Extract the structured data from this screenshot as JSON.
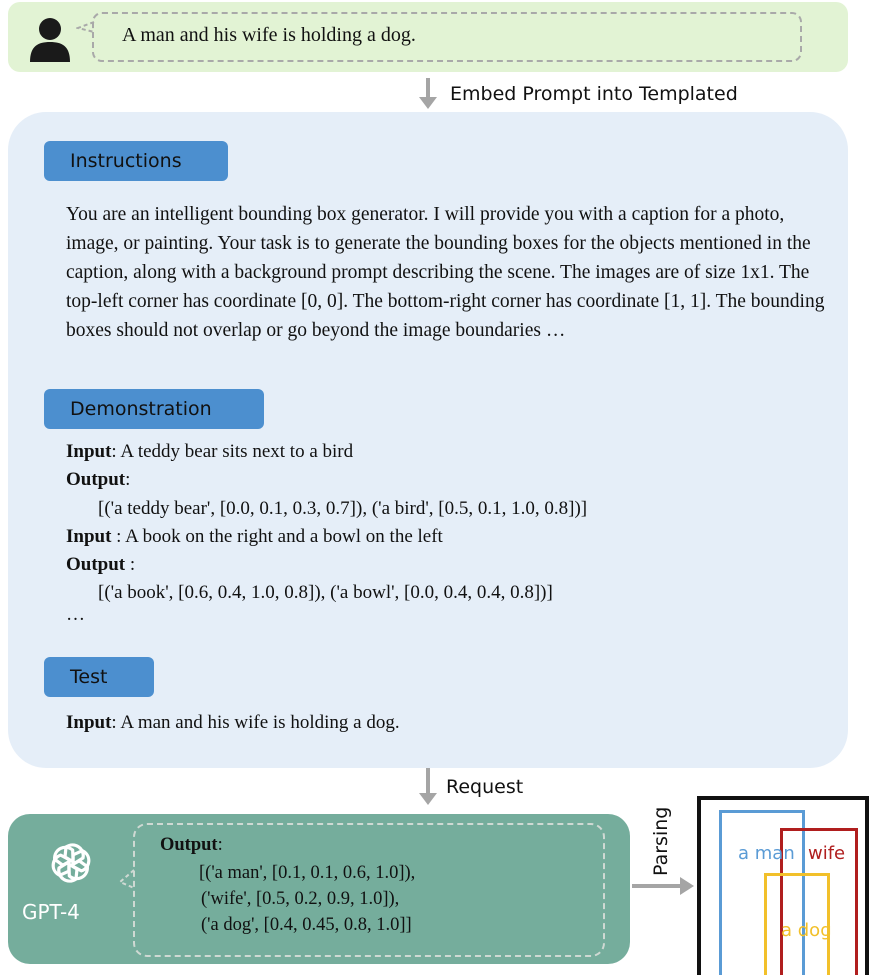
{
  "user_prompt": {
    "text": "A man and his wife is holding a dog."
  },
  "arrows": {
    "embed_label": "Embed Prompt into Templated",
    "request_label": "Request",
    "parsing_label": "Parsing"
  },
  "template": {
    "instructions_tag": "Instructions",
    "instructions_body": "You are an intelligent bounding box generator. I will provide you with a caption for a photo, image, or painting. Your task is to generate the bounding boxes for the objects mentioned in the caption, along with a background prompt describing the scene. The images are of size 1x1. The top-left corner has coordinate [0, 0]. The bottom-right corner has coordinate [1, 1]. The bounding boxes should not overlap or go beyond the image boundaries …",
    "demonstration_tag": "Demonstration",
    "demo": [
      {
        "kind": "input",
        "label": "Input",
        "sep": ": ",
        "text": "A teddy bear sits next to a bird"
      },
      {
        "kind": "output",
        "label": "Output",
        "sep": ":",
        "text": ""
      },
      {
        "kind": "value",
        "label": "",
        "sep": "",
        "text": "[('a teddy bear', [0.0, 0.1, 0.3, 0.7]), ('a bird', [0.5, 0.1, 1.0, 0.8])]"
      },
      {
        "kind": "input",
        "label": "Input",
        "sep": " : ",
        "text": "A book on the right and a bowl on the left"
      },
      {
        "kind": "output",
        "label": "Output",
        "sep": " :",
        "text": ""
      },
      {
        "kind": "value",
        "label": "",
        "sep": "",
        "text": "[('a book', [0.6, 0.4, 1.0, 0.8]), ('a bowl', [0.0, 0.4, 0.4, 0.8])]"
      },
      {
        "kind": "ellipsis",
        "label": "",
        "sep": "",
        "text": "…"
      }
    ],
    "test_tag": "Test",
    "test_input_label": "Input",
    "test_input_text": ": A man and his wife is holding a dog."
  },
  "gpt": {
    "label": "GPT-4",
    "output_label": "Output",
    "output_sep": ":",
    "lines": [
      "[('a man', [0.1, 0.1, 0.6, 1.0]),",
      "('wife', [0.5, 0.2, 0.9, 1.0]),",
      "('a dog', [0.4, 0.45, 0.8, 1.0]]"
    ]
  },
  "result": {
    "boxes": [
      {
        "label": "a man",
        "color": "#5a9bd5"
      },
      {
        "label": "wife",
        "color": "#b01e1e"
      },
      {
        "label": "a dog",
        "color": "#f2c02a"
      }
    ]
  },
  "colors": {
    "prompt_bg": "#e2f3d4",
    "template_bg": "#e5eef8",
    "tag_bg": "#4c8fcf",
    "gpt_bg": "#75ad9c",
    "arrow": "#a5a5a5"
  },
  "icons": {
    "user": "user-icon",
    "openai": "openai-logo-icon"
  }
}
